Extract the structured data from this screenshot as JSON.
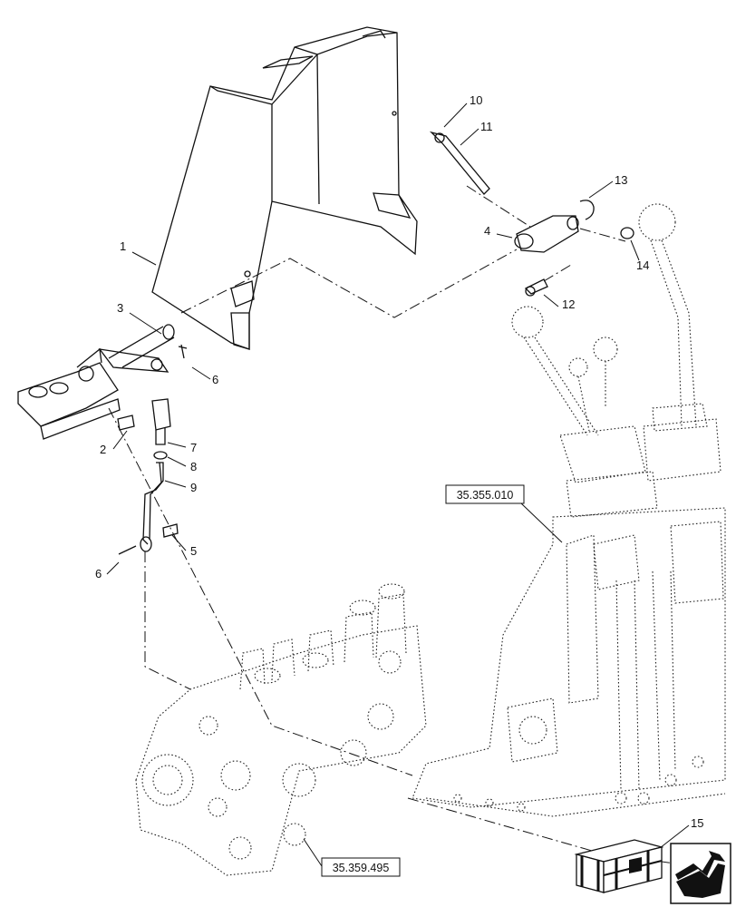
{
  "callouts": [
    {
      "id": "c1",
      "text": "1"
    },
    {
      "id": "c2",
      "text": "2"
    },
    {
      "id": "c3",
      "text": "3"
    },
    {
      "id": "c4",
      "text": "4"
    },
    {
      "id": "c5",
      "text": "5"
    },
    {
      "id": "c6a",
      "text": "6"
    },
    {
      "id": "c6b",
      "text": "6"
    },
    {
      "id": "c7",
      "text": "7"
    },
    {
      "id": "c8",
      "text": "8"
    },
    {
      "id": "c9",
      "text": "9"
    },
    {
      "id": "c10",
      "text": "10"
    },
    {
      "id": "c11",
      "text": "11"
    },
    {
      "id": "c12",
      "text": "12"
    },
    {
      "id": "c13",
      "text": "13"
    },
    {
      "id": "c14",
      "text": "14"
    },
    {
      "id": "c15",
      "text": "15"
    }
  ],
  "references": {
    "control_unit": "35.355.010",
    "valve_block": "35.359.495"
  },
  "icons": {
    "nav": "next-page-arrow-icon",
    "kit": "parts-kit-box-icon"
  }
}
